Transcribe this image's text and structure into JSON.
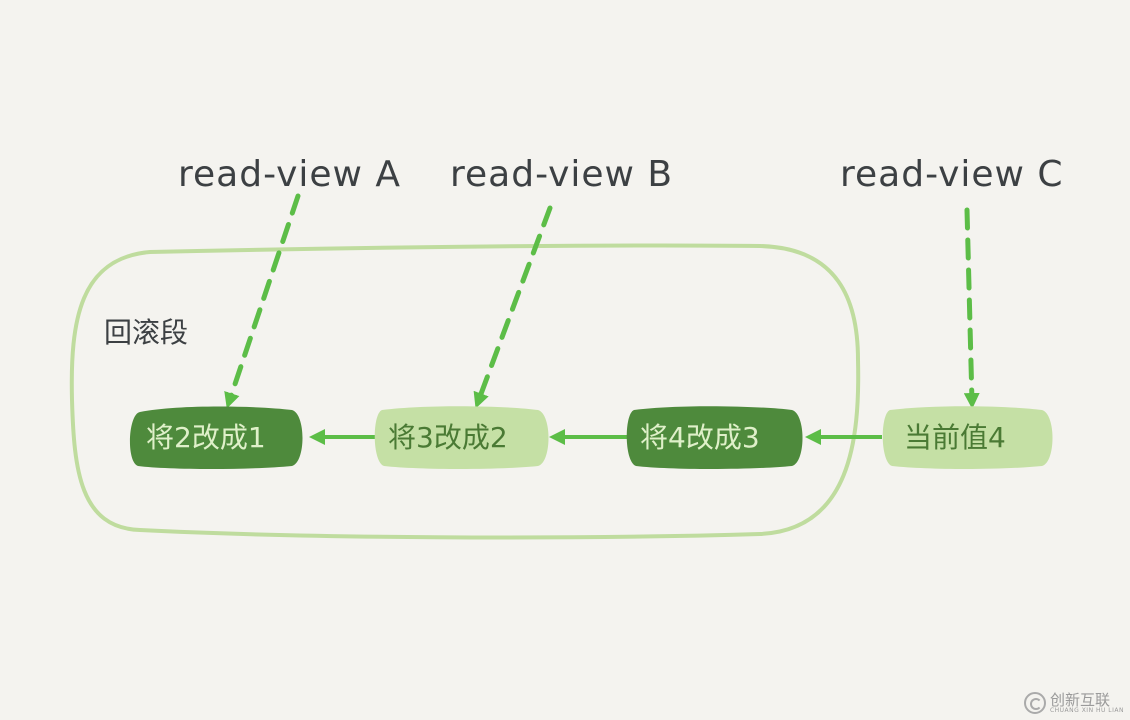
{
  "read_views": [
    {
      "label": "read-view A"
    },
    {
      "label": "read-view B"
    },
    {
      "label": "read-view C"
    }
  ],
  "segment": {
    "label": "回滚段"
  },
  "nodes": [
    {
      "label": "将2改成1",
      "style": "dark"
    },
    {
      "label": "将3改成2",
      "style": "light"
    },
    {
      "label": "将4改成3",
      "style": "dark"
    },
    {
      "label": "当前值4",
      "style": "light"
    }
  ],
  "colors": {
    "background": "#f4f3ef",
    "arrow_green": "#5cbd47",
    "segment_border": "#bfdc9e",
    "node_dark": "#4e8a3c",
    "node_light": "#c5e0a5",
    "text_dark": "#3c4043"
  },
  "watermark": {
    "text": "创新互联",
    "sub": "CHUANG XIN HU LIAN",
    "icon": "logo-icon"
  }
}
